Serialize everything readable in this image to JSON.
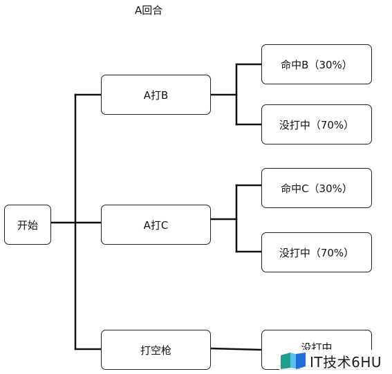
{
  "header": {
    "round_title": "A回合"
  },
  "root": {
    "label": "开始"
  },
  "actions": [
    {
      "label": "A打B"
    },
    {
      "label": "A打C"
    },
    {
      "label": "打空枪"
    }
  ],
  "outcomes": [
    {
      "label": "命中B（30%）"
    },
    {
      "label": "没打中（70%）"
    },
    {
      "label": "命中C（30%）"
    },
    {
      "label": "没打中（70%）"
    },
    {
      "label": "没打中"
    }
  ],
  "watermark": {
    "text": "IT技术6HU",
    "icon": "logo-flag-icon",
    "colors": {
      "teal": "#1e9e8c",
      "blue": "#1f6fd6",
      "light": "#5bc0ee"
    }
  }
}
